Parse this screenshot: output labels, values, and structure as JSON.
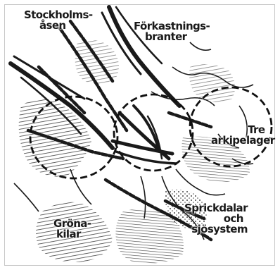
{
  "map": {
    "ink_color": "#1a1a1a",
    "background_color": "#ffffff",
    "frame_color": "#c8c8c8",
    "labels": {
      "stockholmsasen": {
        "line1": "Stockholms-",
        "line2": "åsen"
      },
      "forkastningsbranter": {
        "line1": "Förkastnings-",
        "line2": "branter"
      },
      "tre_arkipelager": {
        "line1": "Tre",
        "line2": "arkipelager"
      },
      "sprickdalar": {
        "line1": "Sprickdalar",
        "line2": "och",
        "line3": "sjösystem"
      },
      "grona_kilar": {
        "line1": "Gröna-",
        "line2": "kilar"
      }
    }
  }
}
